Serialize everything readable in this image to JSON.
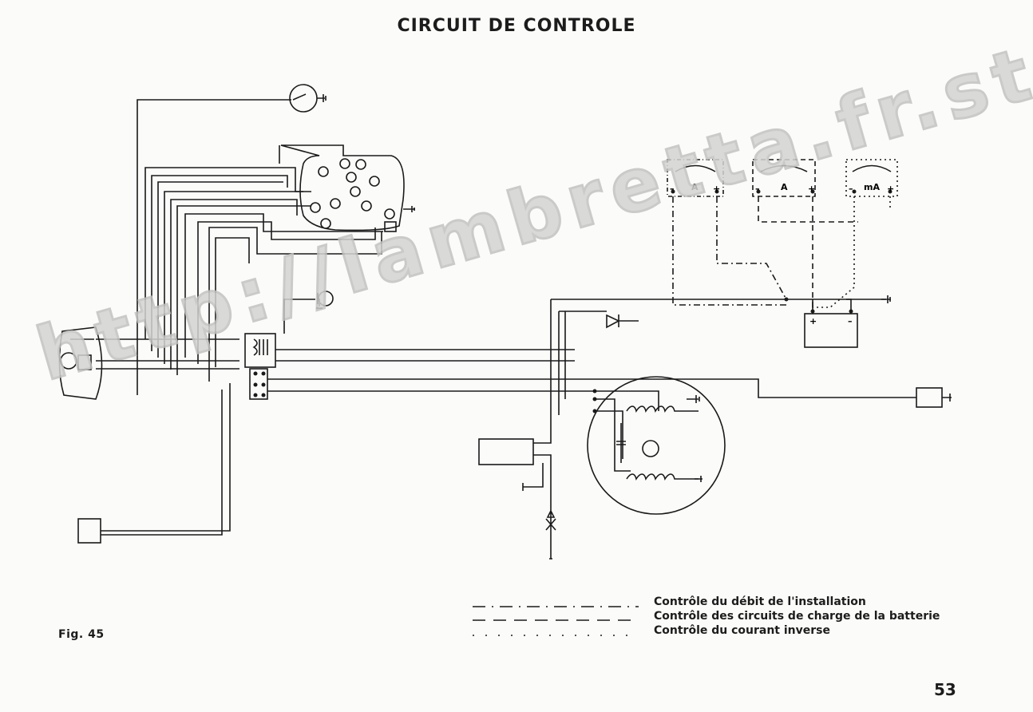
{
  "title": "CIRCUIT DE CONTROLE",
  "figure_label": "Fig. 45",
  "page_number": "53",
  "watermark": "http://lambretta.fr.st",
  "meters": [
    {
      "unit": "A",
      "minus": "–",
      "plus": "+"
    },
    {
      "unit": "A",
      "minus": "–",
      "plus": "+"
    },
    {
      "unit": "mA",
      "minus": "–",
      "plus": "+"
    }
  ],
  "battery": {
    "plus": "+",
    "minus": "–"
  },
  "legend": [
    {
      "text": "Contrôle du débit de l'installation",
      "line_style": "dash-dot"
    },
    {
      "text": "Contrôle des circuits de charge de la batterie",
      "line_style": "dashed"
    },
    {
      "text": "Contrôle du courant inverse",
      "line_style": "dotted"
    }
  ]
}
